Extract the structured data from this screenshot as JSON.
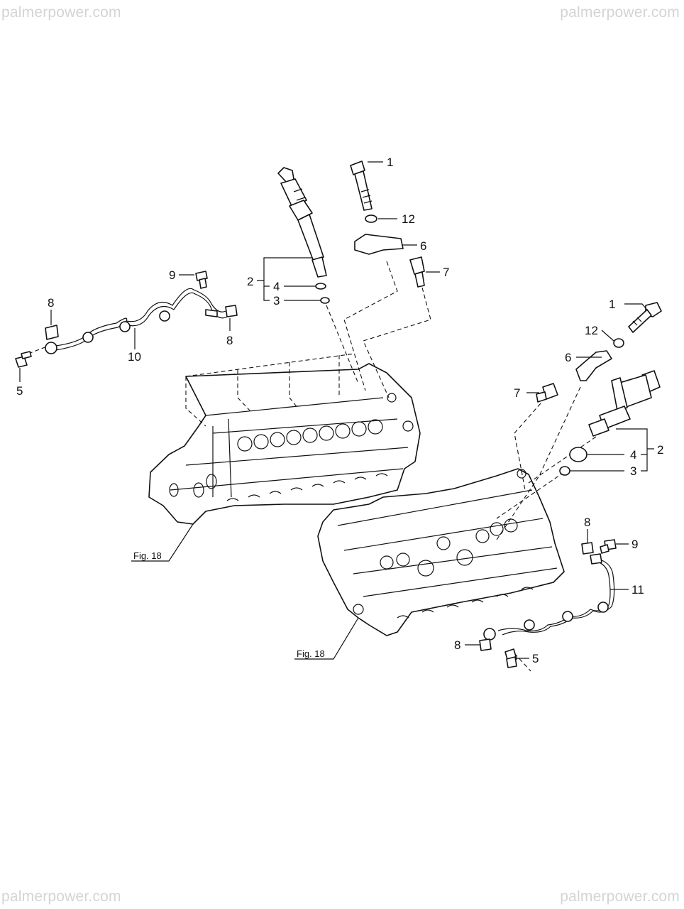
{
  "watermark": {
    "top_left": "palmerpower.com",
    "top_right": "palmerpower.com",
    "bottom_left": "palmerpower.com",
    "bottom_right": "palmerpower.com"
  },
  "left_assembly": {
    "bolt_callout": "1",
    "washer_callout": "12",
    "clamp_callout": "6",
    "sensor_callout": "7",
    "injector_callout": "2",
    "oring_callout": "4",
    "seal_callout": "3",
    "leak_bolt_callout": "9",
    "clip_upper_callout": "8",
    "clip_right_callout": "8",
    "leak_pipe_callout": "10",
    "union_bolt_callout": "5",
    "fig_ref": "Fig. 18"
  },
  "right_assembly": {
    "bolt_callout": "1",
    "washer_callout": "12",
    "clamp_callout": "6",
    "sensor_callout": "7",
    "injector_callout": "2",
    "oring_callout": "4",
    "seal_callout": "3",
    "clip_upper_callout": "8",
    "leak_bolt_callout": "9",
    "leak_pipe_callout": "11",
    "clip_lower_callout": "8",
    "union_bolt_callout": "5",
    "fig_ref": "Fig. 18"
  }
}
